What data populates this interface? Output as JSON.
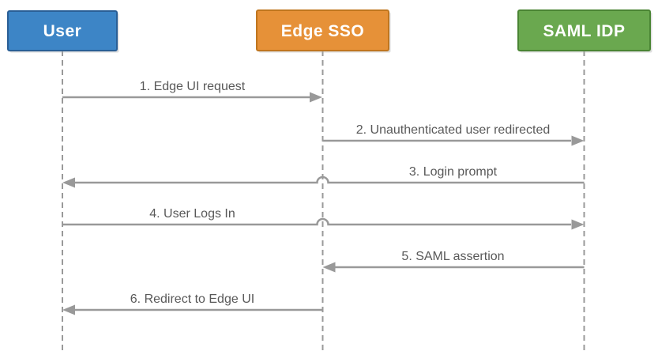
{
  "diagram": {
    "type": "sequence-diagram",
    "actors": [
      {
        "name": "User",
        "fill": "#3d85c6",
        "border": "#2a5f96"
      },
      {
        "name": "Edge SSO",
        "fill": "#e69138",
        "border": "#c0761f"
      },
      {
        "name": "SAML IDP",
        "fill": "#6aa84f",
        "border": "#4a8534"
      }
    ],
    "messages": [
      {
        "label": "1. Edge UI request",
        "from": "User",
        "to": "Edge SSO",
        "direction": "right"
      },
      {
        "label": "2. Unauthenticated user redirected",
        "from": "Edge SSO",
        "to": "SAML IDP",
        "direction": "right"
      },
      {
        "label": "3. Login prompt",
        "from": "SAML IDP",
        "to": "User",
        "direction": "left"
      },
      {
        "label": "4. User Logs In",
        "from": "User",
        "to": "SAML IDP",
        "direction": "right"
      },
      {
        "label": "5. SAML assertion",
        "from": "SAML IDP",
        "to": "Edge SSO",
        "direction": "left"
      },
      {
        "label": "6. Redirect to Edge UI",
        "from": "Edge SSO",
        "to": "User",
        "direction": "left"
      }
    ],
    "colors": {
      "arrow": "#999999",
      "lifeline": "#999999",
      "shadow": "#b3b3b3",
      "label_text": "#595959",
      "actor_text": "#ffffff",
      "background": "#ffffff"
    }
  }
}
